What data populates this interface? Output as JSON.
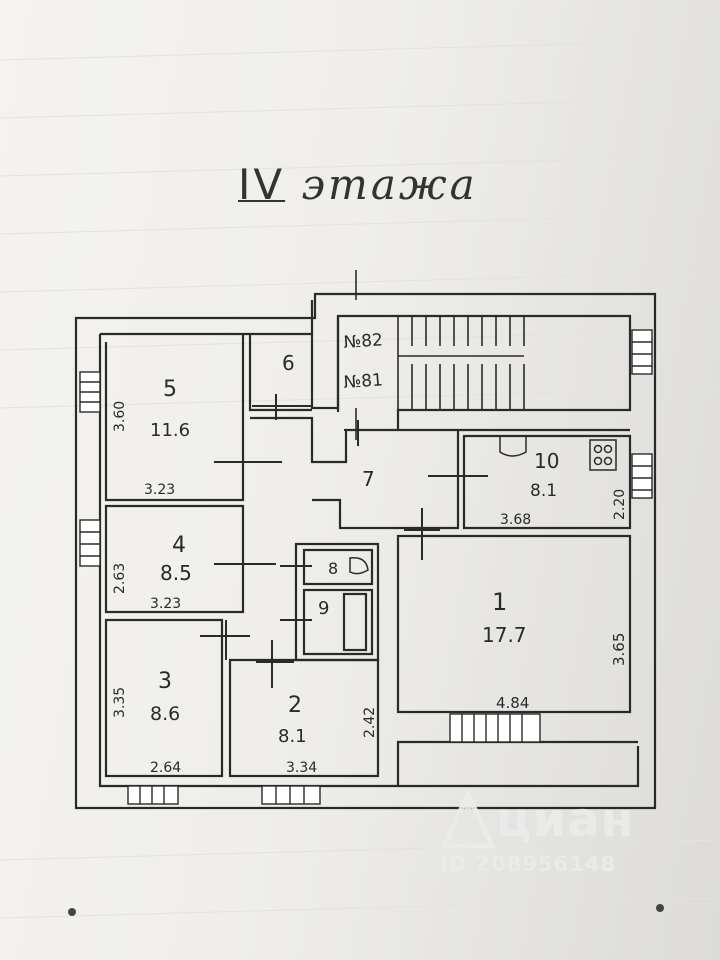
{
  "title": {
    "numeral": "IV",
    "word": "этажа"
  },
  "stairs": {
    "label_upper": "№82",
    "label_lower": "№81"
  },
  "rooms": [
    {
      "id": "5",
      "area": "11.6"
    },
    {
      "id": "6",
      "area": ""
    },
    {
      "id": "7",
      "area": ""
    },
    {
      "id": "10",
      "area": "8.1"
    },
    {
      "id": "4",
      "area": "8.5"
    },
    {
      "id": "8",
      "area": ""
    },
    {
      "id": "9",
      "area": ""
    },
    {
      "id": "1",
      "area": "17.7"
    },
    {
      "id": "3",
      "area": "8.6"
    },
    {
      "id": "2",
      "area": "8.1"
    }
  ],
  "dimensions": [
    "3.60",
    "3.23",
    "2.63",
    "3.23",
    "3.35",
    "2.64",
    "3.34",
    "2.42",
    "3.68",
    "2.20",
    "3.65",
    "4.84"
  ],
  "watermark": {
    "brand": "циан",
    "id_text": "ID 208956148"
  },
  "colors": {
    "ink": "#2a2a2a",
    "paper": "#f2f1ee",
    "watermark": "#ebebeb"
  }
}
